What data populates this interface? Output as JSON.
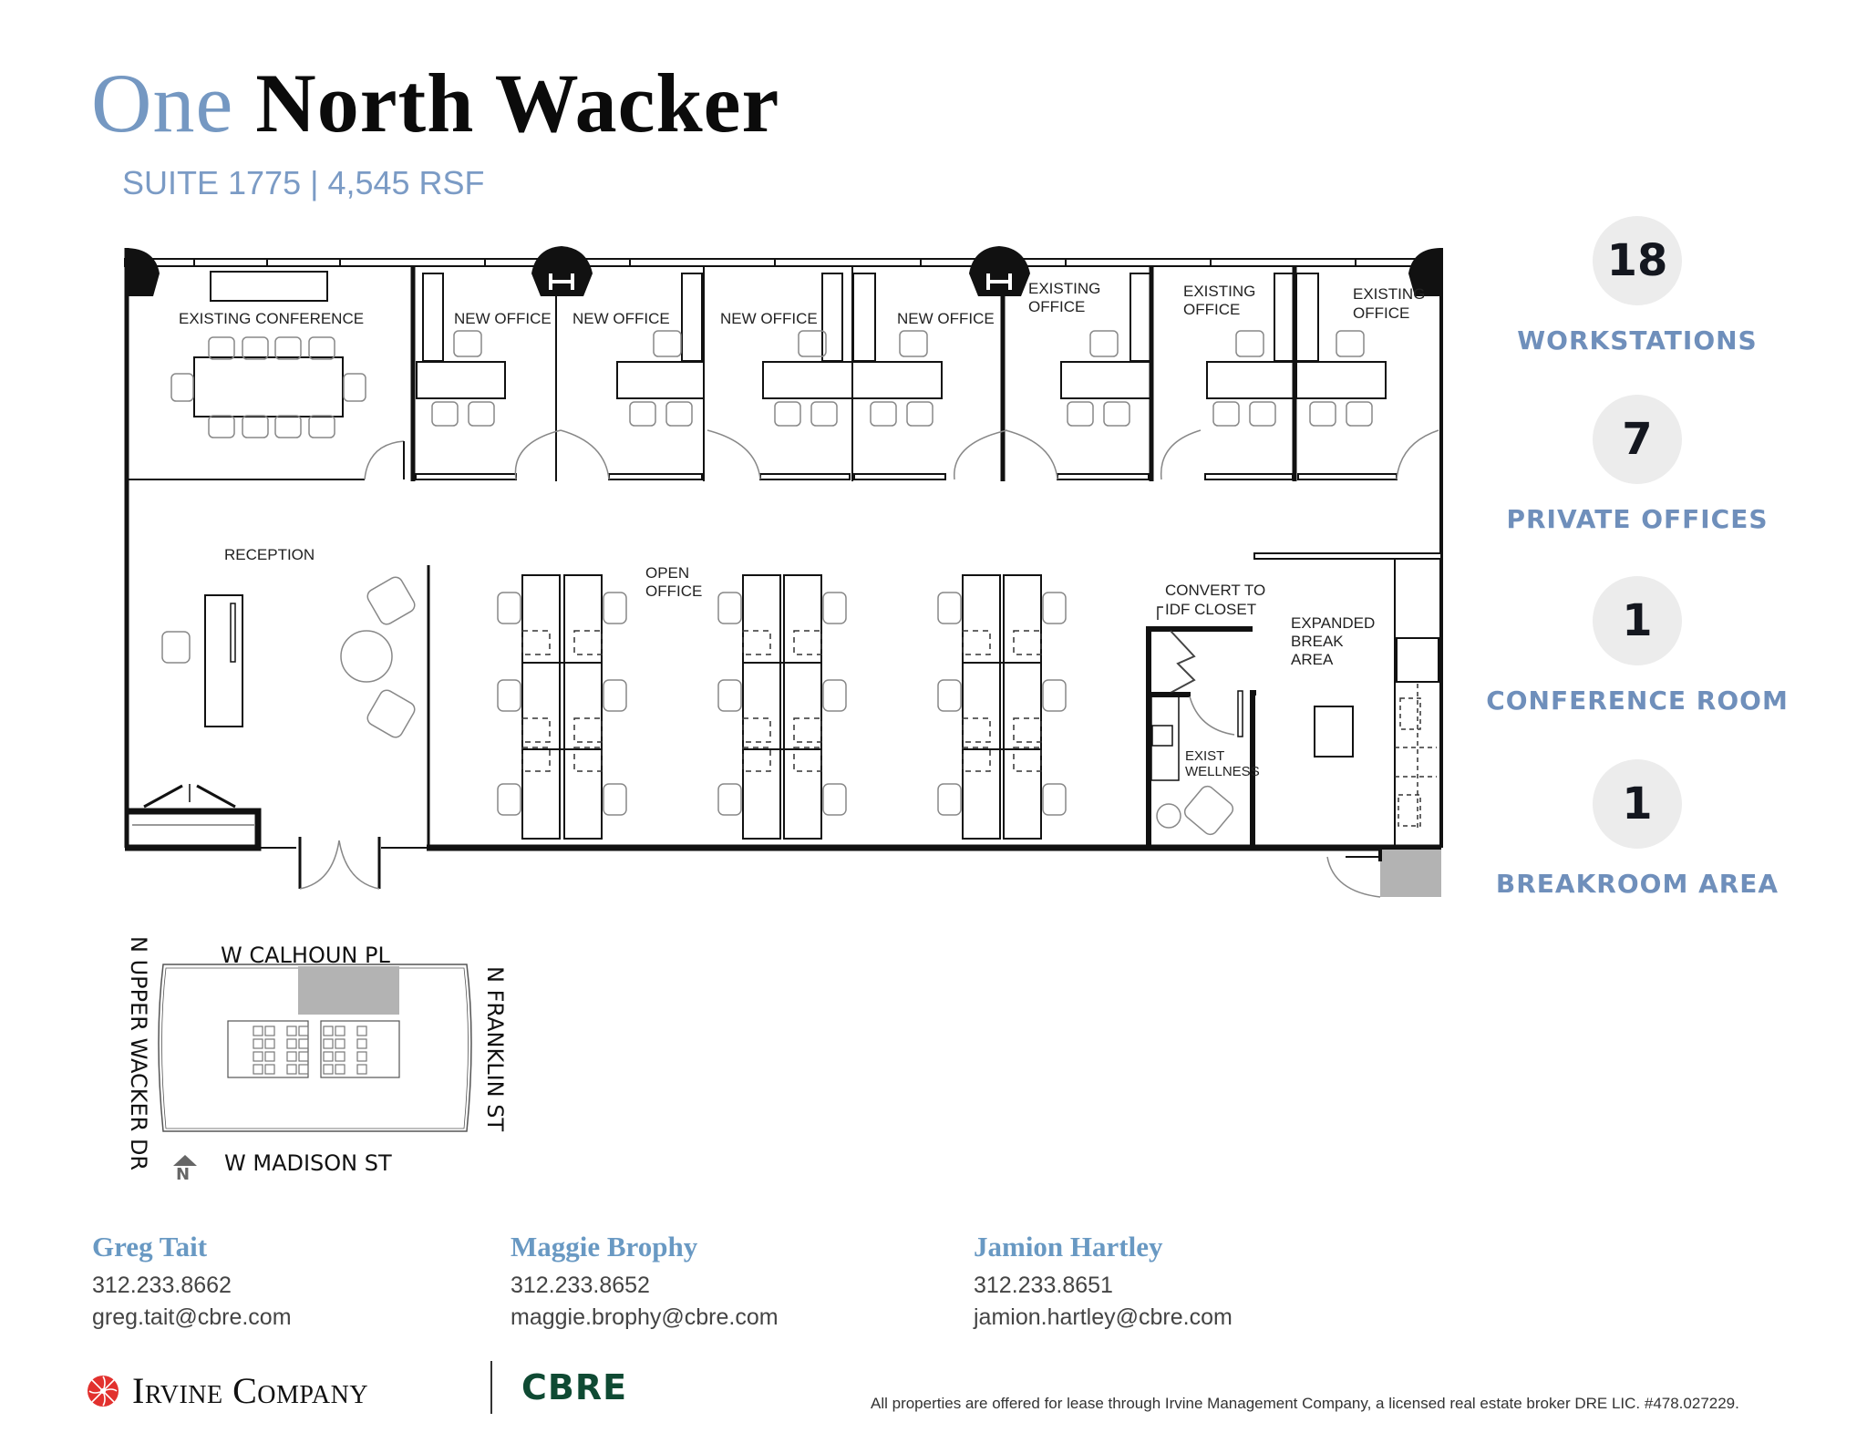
{
  "header": {
    "title_part1": "One",
    "title_part2": "North Wacker",
    "subtitle": "SUITE 1775 | 4,545 RSF"
  },
  "colors": {
    "accent_blue": "#7598c2",
    "label_blue": "#6f8fbb",
    "contact_name_blue": "#6999c3",
    "stat_circle_bg": "#ececec",
    "cbre_green": "#0f4a33",
    "irvine_red": "#e2312e",
    "highlight_gray": "#b3b3b3"
  },
  "floor_plan": {
    "rooms": {
      "conference": "EXISTING CONFERENCE",
      "new_office_1": "NEW OFFICE",
      "new_office_2": "NEW OFFICE",
      "new_office_3": "NEW OFFICE",
      "new_office_4": "NEW OFFICE",
      "existing_office_1": [
        "EXISTING",
        "OFFICE"
      ],
      "existing_office_2": [
        "EXISTING",
        "OFFICE"
      ],
      "existing_office_3": [
        "EXISTING",
        "OFFICE"
      ],
      "reception": "RECEPTION",
      "open_office": [
        "OPEN",
        "OFFICE"
      ],
      "idf": [
        "CONVERT TO",
        "IDF CLOSET"
      ],
      "break_area": [
        "EXPANDED",
        "BREAK",
        "AREA"
      ],
      "wellness": [
        "EXIST",
        "WELLNESS"
      ]
    }
  },
  "stats": [
    {
      "value": "18",
      "label": "WORKSTATIONS"
    },
    {
      "value": "7",
      "label": "PRIVATE OFFICES"
    },
    {
      "value": "1",
      "label": "CONFERENCE ROOM"
    },
    {
      "value": "1",
      "label": "BREAKROOM AREA"
    }
  ],
  "key_plan": {
    "north_street": "W CALHOUN PL",
    "south_street": "W MADISON ST",
    "west_street": "N UPPER WACKER DR",
    "east_street": "N FRANKLIN ST",
    "north_arrow": "N"
  },
  "contacts": [
    {
      "name": "Greg Tait",
      "phone": "312.233.8662",
      "email": "greg.tait@cbre.com"
    },
    {
      "name": "Maggie Brophy",
      "phone": "312.233.8652",
      "email": "maggie.brophy@cbre.com"
    },
    {
      "name": "Jamion Hartley",
      "phone": "312.233.8651",
      "email": "jamion.hartley@cbre.com"
    }
  ],
  "footer": {
    "irvine_logo": "Irvine Company",
    "cbre_logo": "CBRE",
    "disclaimer": "All properties are offered for lease through Irvine Management Company, a licensed real estate broker DRE LIC. #478.027229."
  }
}
